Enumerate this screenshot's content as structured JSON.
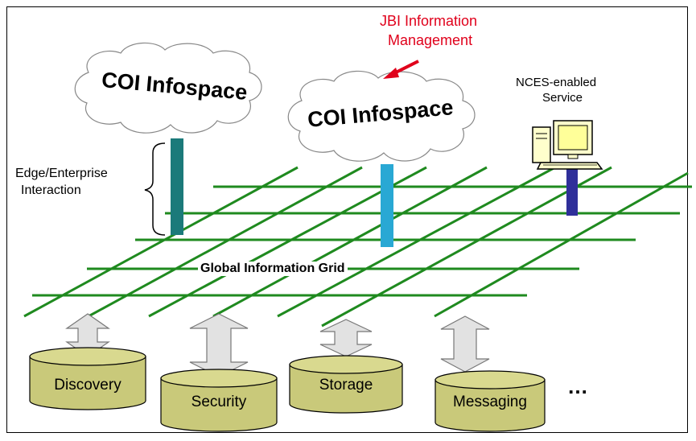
{
  "clouds": [
    {
      "label": "COI Infospace"
    },
    {
      "label": "COI Infospace"
    }
  ],
  "annotation": {
    "jbi_line1": "JBI Information",
    "jbi_line2": "Management",
    "color": "#e0001b"
  },
  "nces": {
    "line1": "NCES-enabled",
    "line2": "Service"
  },
  "edge": {
    "line1": "Edge/Enterprise",
    "line2": "Interaction"
  },
  "grid": {
    "label": "Global Information Grid",
    "color": "#1f8a1f"
  },
  "databases": [
    {
      "label": "Discovery"
    },
    {
      "label": "Security"
    },
    {
      "label": "Storage"
    },
    {
      "label": "Messaging"
    }
  ],
  "more": "…",
  "colors": {
    "db_fill": "#c9c97a",
    "db_top": "#d9d98f",
    "arrow_fill": "#e2e2e2",
    "post_teal": "#1b7a7a",
    "post_blue": "#29a8d4",
    "post_navy": "#2f2f9a"
  }
}
